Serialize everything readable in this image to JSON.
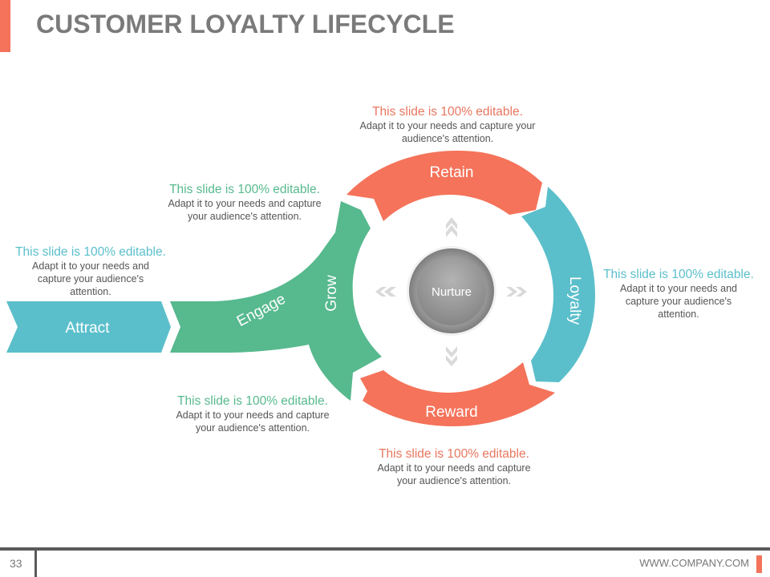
{
  "slide": {
    "title": "CUSTOMER LOYALTY LIFECYCLE",
    "page_number": "33",
    "website": "WWW.COMPANY.COM"
  },
  "colors": {
    "accent": "#f4735a",
    "teal": "#5bbfcb",
    "green": "#57b98e",
    "coral": "#f4735a",
    "title_gray": "#7a7a7a",
    "body_gray": "#555555",
    "chevron_gray": "#d9d9d9"
  },
  "diagram": {
    "stages": {
      "attract": "Attract",
      "engage": "Engage",
      "grow": "Grow",
      "retain": "Retain",
      "loyalty": "Loyalty",
      "reward": "Reward",
      "center": "Nurture"
    },
    "icons": {
      "up": "double-chevron-up",
      "down": "double-chevron-down",
      "left": "double-chevron-left",
      "right": "double-chevron-right"
    }
  },
  "notes": {
    "retain": {
      "head": "This slide is 100% editable.",
      "body": "Adapt it to your needs and capture your audience's attention."
    },
    "engage": {
      "head": "This slide is 100% editable.",
      "body": "Adapt it to your needs and capture your audience's attention."
    },
    "attract": {
      "head": "This slide is 100% editable.",
      "body": "Adapt it to your needs and capture your audience's attention."
    },
    "loyalty": {
      "head": "This slide is 100% editable.",
      "body": "Adapt it to your needs and capture your audience's attention."
    },
    "grow": {
      "head": "This slide is 100% editable.",
      "body": "Adapt it to your needs and capture your audience's attention."
    },
    "reward": {
      "head": "This slide is 100% editable.",
      "body": "Adapt it to your needs and capture your audience's attention."
    }
  }
}
